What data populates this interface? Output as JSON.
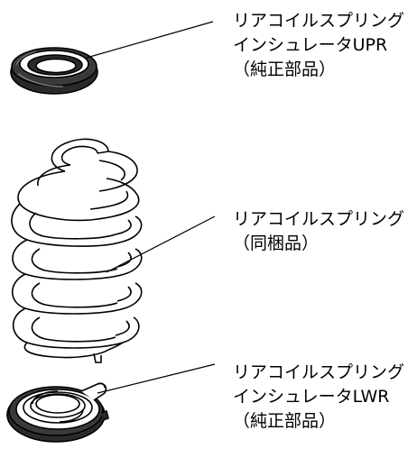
{
  "diagram": {
    "upper_insulator": {
      "line1": "リアコイルスプリング",
      "line2": "インシュレータUPR",
      "line3": "（純正部品）"
    },
    "coil_spring": {
      "line1": "リアコイルスプリング",
      "line2": "（同梱品）"
    },
    "lower_insulator": {
      "line1": "リアコイルスプリング",
      "line2": "インシュレータLWR",
      "line3": "（純正部品）"
    },
    "colors": {
      "line": "#000000",
      "background": "#ffffff",
      "insulator_fill": "#2a2a2a"
    }
  }
}
